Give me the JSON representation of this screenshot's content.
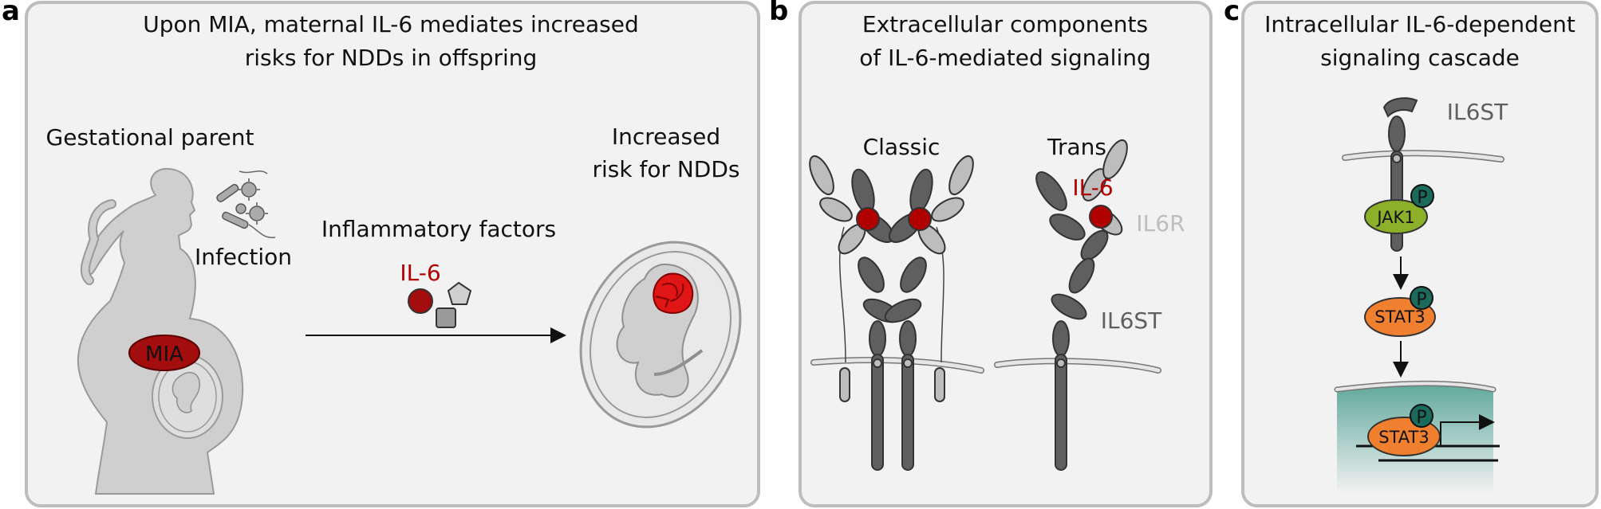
{
  "panels": [
    {
      "letter": "a",
      "title_line1": "Upon MIA, maternal IL-6 mediates increased",
      "title_line2": "risks for NDDs in offspring",
      "gestational_parent": "Gestational parent",
      "infection": "Infection",
      "inflammatory_factors": "Inflammatory factors",
      "il6": "IL-6",
      "mia": "MIA",
      "risk_line1": "Increased",
      "risk_line2": "risk for NDDs"
    },
    {
      "letter": "b",
      "title_line1": "Extracellular components",
      "title_line2": "of IL-6-mediated signaling",
      "classic": "Classic",
      "trans": "Trans",
      "il6": "IL-6",
      "il6r": "IL6R",
      "il6st": "IL6ST"
    },
    {
      "letter": "c",
      "title_line1": "Intracellular IL-6-dependent",
      "title_line2": "signaling cascade",
      "il6st": "IL6ST",
      "jak1": "JAK1",
      "stat3": "STAT3",
      "stat3_nuclear": "STAT3",
      "p1": "P",
      "p2": "P",
      "p3": "P"
    }
  ],
  "colors": {
    "panel_bg": "#f2f2f2",
    "panel_border": "#bdbdbd",
    "il6_red": "#b00000",
    "dark_gray": "#5f5f5f",
    "light_gray": "#bdbdbd",
    "jak1_green": "#8db02a",
    "stat3_orange": "#f08030",
    "p_teal": "#1b6b5c",
    "nucleus_teal": "#6fb3a8"
  }
}
